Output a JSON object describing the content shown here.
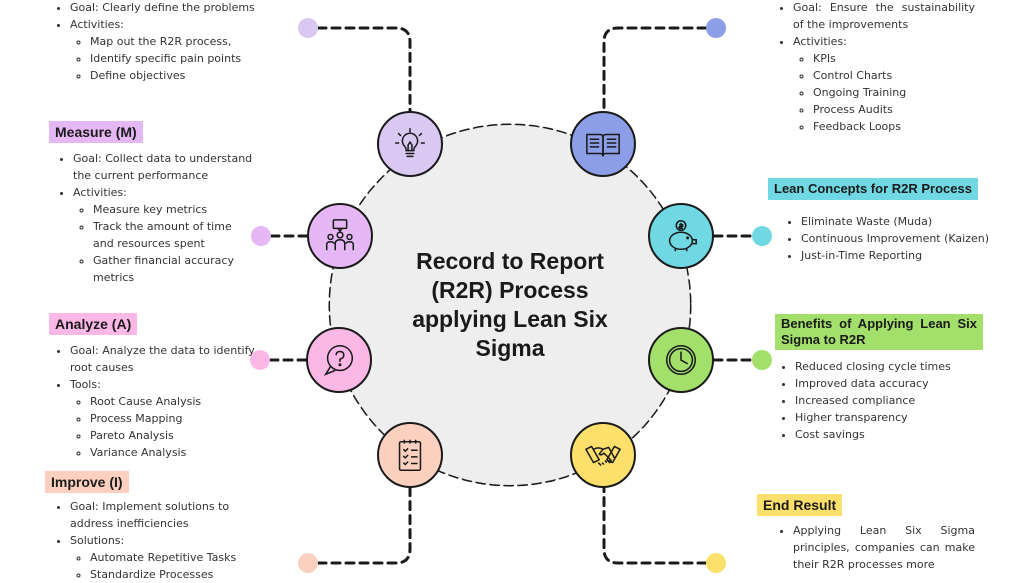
{
  "hub": {
    "title": "Record to Report (R2R) Process applying Lean Six Sigma"
  },
  "colors": {
    "define": "#d9c8f2",
    "measure": "#e5b8f5",
    "analyze": "#fbb8e6",
    "improve": "#fcd0be",
    "control": "#8c9ee8",
    "lean": "#6fd8e2",
    "benefits": "#a3e06b",
    "end": "#fde06b"
  },
  "define": {
    "goal": "Goal: Clearly define the problems",
    "activities_label": "Activities:",
    "activities": [
      "Map out the R2R process,",
      "Identify specific pain points",
      "Define objectives"
    ]
  },
  "measure": {
    "heading": "Measure (M)",
    "goal": "Goal: Collect data to understand the current performance",
    "activities_label": "Activities:",
    "activities": [
      "Measure key metrics",
      "Track the amount of time and resources spent",
      "Gather financial accuracy metrics"
    ]
  },
  "analyze": {
    "heading": "Analyze (A)",
    "goal": "Goal: Analyze the data to identify root causes",
    "tools_label": "Tools:",
    "tools": [
      "Root Cause Analysis",
      "Process Mapping",
      "Pareto Analysis",
      "Variance Analysis"
    ]
  },
  "improve": {
    "heading": "Improve (I)",
    "goal": "Goal: Implement solutions to address inefficiencies",
    "solutions_label": "Solutions:",
    "solutions": [
      "Automate Repetitive Tasks",
      "Standardize Processes"
    ]
  },
  "control": {
    "goal": "Goal: Ensure the sustainability of the improvements",
    "activities_label": "Activities:",
    "activities": [
      "KPIs",
      "Control Charts",
      "Ongoing Training",
      "Process Audits",
      "Feedback Loops"
    ]
  },
  "lean": {
    "heading": "Lean Concepts for R2R Process",
    "items": [
      "Eliminate Waste (Muda)",
      "Continuous Improvement (Kaizen)",
      "Just-in-Time Reporting"
    ]
  },
  "benefits": {
    "heading": "Benefits of Applying Lean Six Sigma to R2R",
    "items": [
      "Reduced closing cycle times",
      "Improved data accuracy",
      "Increased compliance",
      "Higher transparency",
      "Cost savings"
    ]
  },
  "end_result": {
    "heading": "End Result",
    "text": "Applying Lean Six Sigma principles, companies can make their R2R processes more"
  },
  "icons": [
    "lightbulb-icon",
    "team-icon",
    "question-bubble-icon",
    "checklist-icon",
    "book-icon",
    "piggy-bank-icon",
    "clock-icon",
    "handshake-icon"
  ]
}
